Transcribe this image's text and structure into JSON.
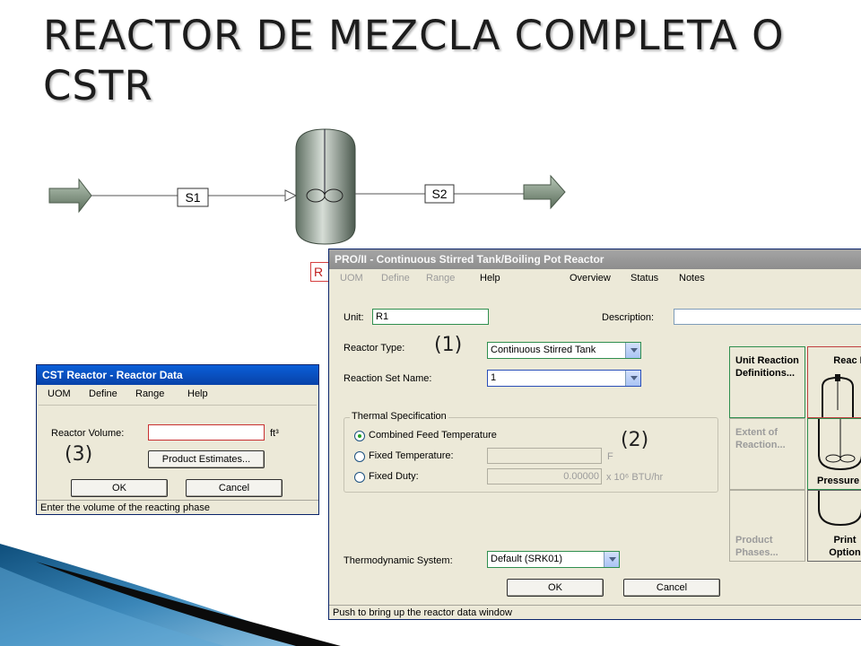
{
  "slide": {
    "title": "REACTOR DE MEZCLA COMPLETA O CSTR"
  },
  "flowsheet": {
    "inlet_stream": "S1",
    "outlet_stream": "S2",
    "unit_tag": "R"
  },
  "pro2": {
    "title": "PRO/II - Continuous Stirred Tank/Boiling Pot Reactor",
    "menu": {
      "uom": "UOM",
      "define": "Define",
      "range": "Range",
      "help": "Help",
      "overview": "Overview",
      "status": "Status",
      "notes": "Notes"
    },
    "unit_label": "Unit:",
    "unit_value": "R1",
    "description_label": "Description:",
    "description_value": "",
    "reactor_type_label": "Reactor Type:",
    "reactor_type_value": "Continuous Stirred Tank",
    "reaction_set_label": "Reaction Set Name:",
    "reaction_set_value": "1",
    "thermal": {
      "title": "Thermal Specification",
      "combined_feed": "Combined Feed Temperature",
      "fixed_temperature": "Fixed Temperature:",
      "fixed_temperature_unit": "F",
      "fixed_duty": "Fixed Duty:",
      "fixed_duty_value": "0.00000",
      "fixed_duty_unit": "x 10⁶ BTU/hr",
      "selected": "combined_feed"
    },
    "thermo_label": "Thermodynamic System:",
    "thermo_value": "Default (SRK01)",
    "ok": "OK",
    "cancel": "Cancel",
    "status_text": "Push to bring up the reactor data window",
    "tiles": {
      "unit_reaction": "Unit Reaction Definitions...",
      "reactor_data": "Reac Da",
      "extent": "Extent of Reaction...",
      "pressure": "Pressure",
      "product_phases": "Product Phases...",
      "print_options": "Print Option"
    }
  },
  "cst": {
    "title": "CST Reactor - Reactor Data",
    "menu": {
      "uom": "UOM",
      "define": "Define",
      "range": "Range",
      "help": "Help"
    },
    "volume_label": "Reactor Volume:",
    "volume_value": "",
    "volume_unit": "ft³",
    "product_estimates": "Product Estimates...",
    "ok": "OK",
    "cancel": "Cancel",
    "status_text": "Enter the volume of the reacting phase"
  },
  "callouts": {
    "one": "(1)",
    "two": "(2)",
    "three": "(3)"
  },
  "colors": {
    "title_text": "#1c1c1c",
    "xp_blue": "#0a5fd8",
    "inactive_title": "#8d8d8d",
    "window_face": "#ece9d8",
    "accent_green": "#2f8f4f",
    "swoosh_blue": "#3a86b8"
  }
}
